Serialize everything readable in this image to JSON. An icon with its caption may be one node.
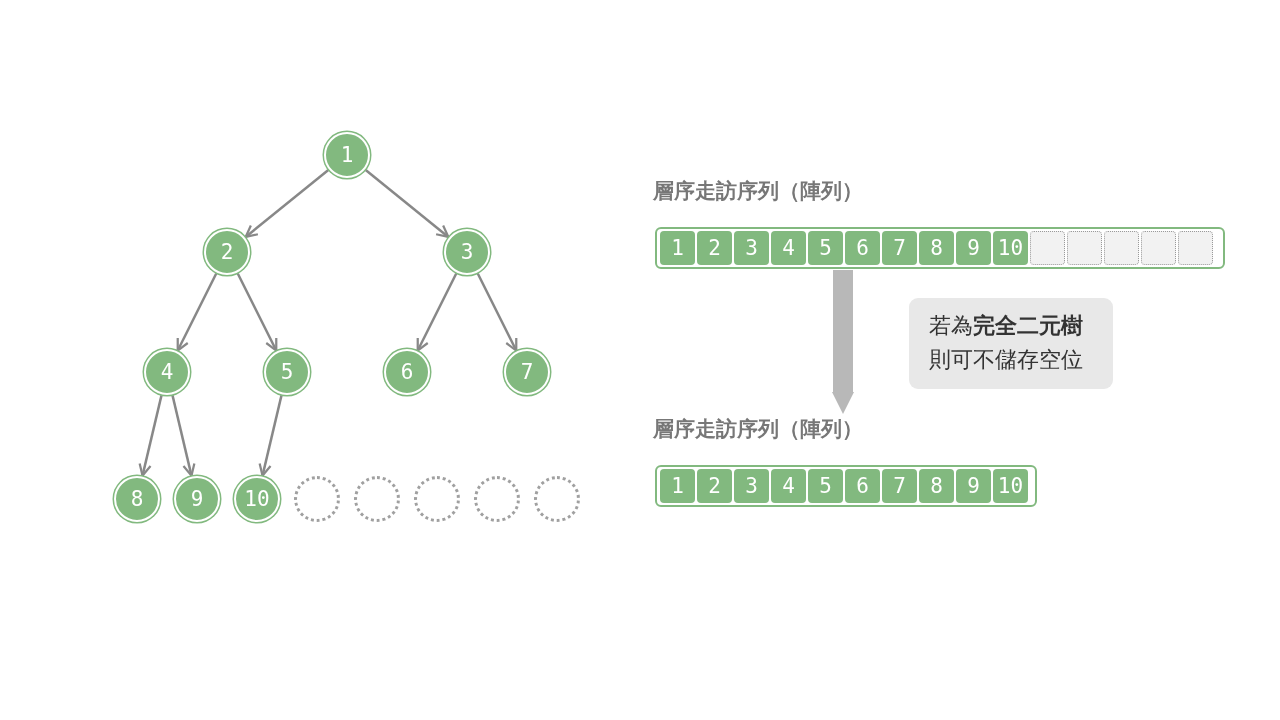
{
  "diagram": {
    "nodes": [
      {
        "text": [
          "1"
        ]
      },
      {
        "text": [
          "2"
        ]
      },
      {
        "text": [
          "3"
        ]
      },
      {
        "text": [
          "4"
        ]
      },
      {
        "text": [
          "5"
        ]
      },
      {
        "text": [
          "6"
        ]
      },
      {
        "text": [
          "7"
        ]
      },
      {
        "text": [
          "8"
        ]
      },
      {
        "text": [
          "9"
        ]
      },
      {
        "text": [
          "10"
        ]
      },
      {
        "text": [],
        "shape": "circle"
      },
      {
        "text": [],
        "shape": "circle"
      },
      {
        "text": [],
        "shape": "circle"
      },
      {
        "text": [],
        "shape": "circle"
      },
      {
        "text": [],
        "shape": "circle"
      },
      {
        "text": [
          "層序走訪序列（陣列）"
        ]
      },
      {
        "text": [
          "1"
        ],
        "in": 15
      },
      {
        "text": [
          "2"
        ],
        "in": 15
      },
      {
        "text": [
          "3"
        ],
        "in": 15
      },
      {
        "text": [
          "4"
        ],
        "in": 15
      },
      {
        "text": [
          "5"
        ],
        "in": 15
      },
      {
        "text": [
          "6"
        ],
        "in": 15
      },
      {
        "text": [
          "7"
        ],
        "in": 15
      },
      {
        "text": [
          "8"
        ],
        "in": 15
      },
      {
        "text": [
          "9"
        ],
        "in": 15
      },
      {
        "text": [
          "10"
        ],
        "in": 15
      },
      {
        "text": [],
        "shape": "box",
        "in": 15
      },
      {
        "text": [],
        "shape": "box",
        "in": 15
      },
      {
        "text": [],
        "shape": "box",
        "in": 15
      },
      {
        "text": [],
        "shape": "box",
        "in": 15
      },
      {
        "text": [],
        "shape": "box",
        "in": 15
      },
      {
        "text": [
          "若為**完全二元樹**則可不儲存空位"
        ]
      },
      {
        "text": [
          "層序走訪序列（陣列）"
        ]
      },
      {
        "text": [
          "1"
        ],
        "in": 32
      },
      {
        "text": [
          "2"
        ],
        "in": 32
      },
      {
        "text": [
          "3"
        ],
        "in": 32
      },
      {
        "text": [
          "4"
        ],
        "in": 32
      },
      {
        "text": [
          "5"
        ],
        "in": 32
      },
      {
        "text": [
          "6"
        ],
        "in": 32
      },
      {
        "text": [
          "7"
        ],
        "in": 32
      },
      {
        "text": [
          "8"
        ],
        "in": 32
      },
      {
        "text": [
          "9"
        ],
        "in": 32
      },
      {
        "text": [
          "10"
        ],
        "in": 32
      }
    ],
    "edges": [
      {
        "from": 0,
        "to": 1,
        "arrow": "to"
      },
      {
        "from": 0,
        "to": 2,
        "arrow": "to"
      },
      {
        "from": 1,
        "to": 3,
        "arrow": "to"
      },
      {
        "from": 1,
        "to": 4,
        "arrow": "to"
      },
      {
        "from": 2,
        "to": 5,
        "arrow": "to"
      },
      {
        "from": 2,
        "to": 6,
        "arrow": "to"
      },
      {
        "from": 3,
        "to": 7,
        "arrow": "to"
      },
      {
        "from": 3,
        "to": 8,
        "arrow": "to"
      },
      {
        "from": 4,
        "to": 9,
        "arrow": "to"
      },
      {
        "from": 15,
        "to": 32,
        "arrow": "to",
        "style": "thick",
        "color": "#b8b8b8"
      }
    ]
  }
}
